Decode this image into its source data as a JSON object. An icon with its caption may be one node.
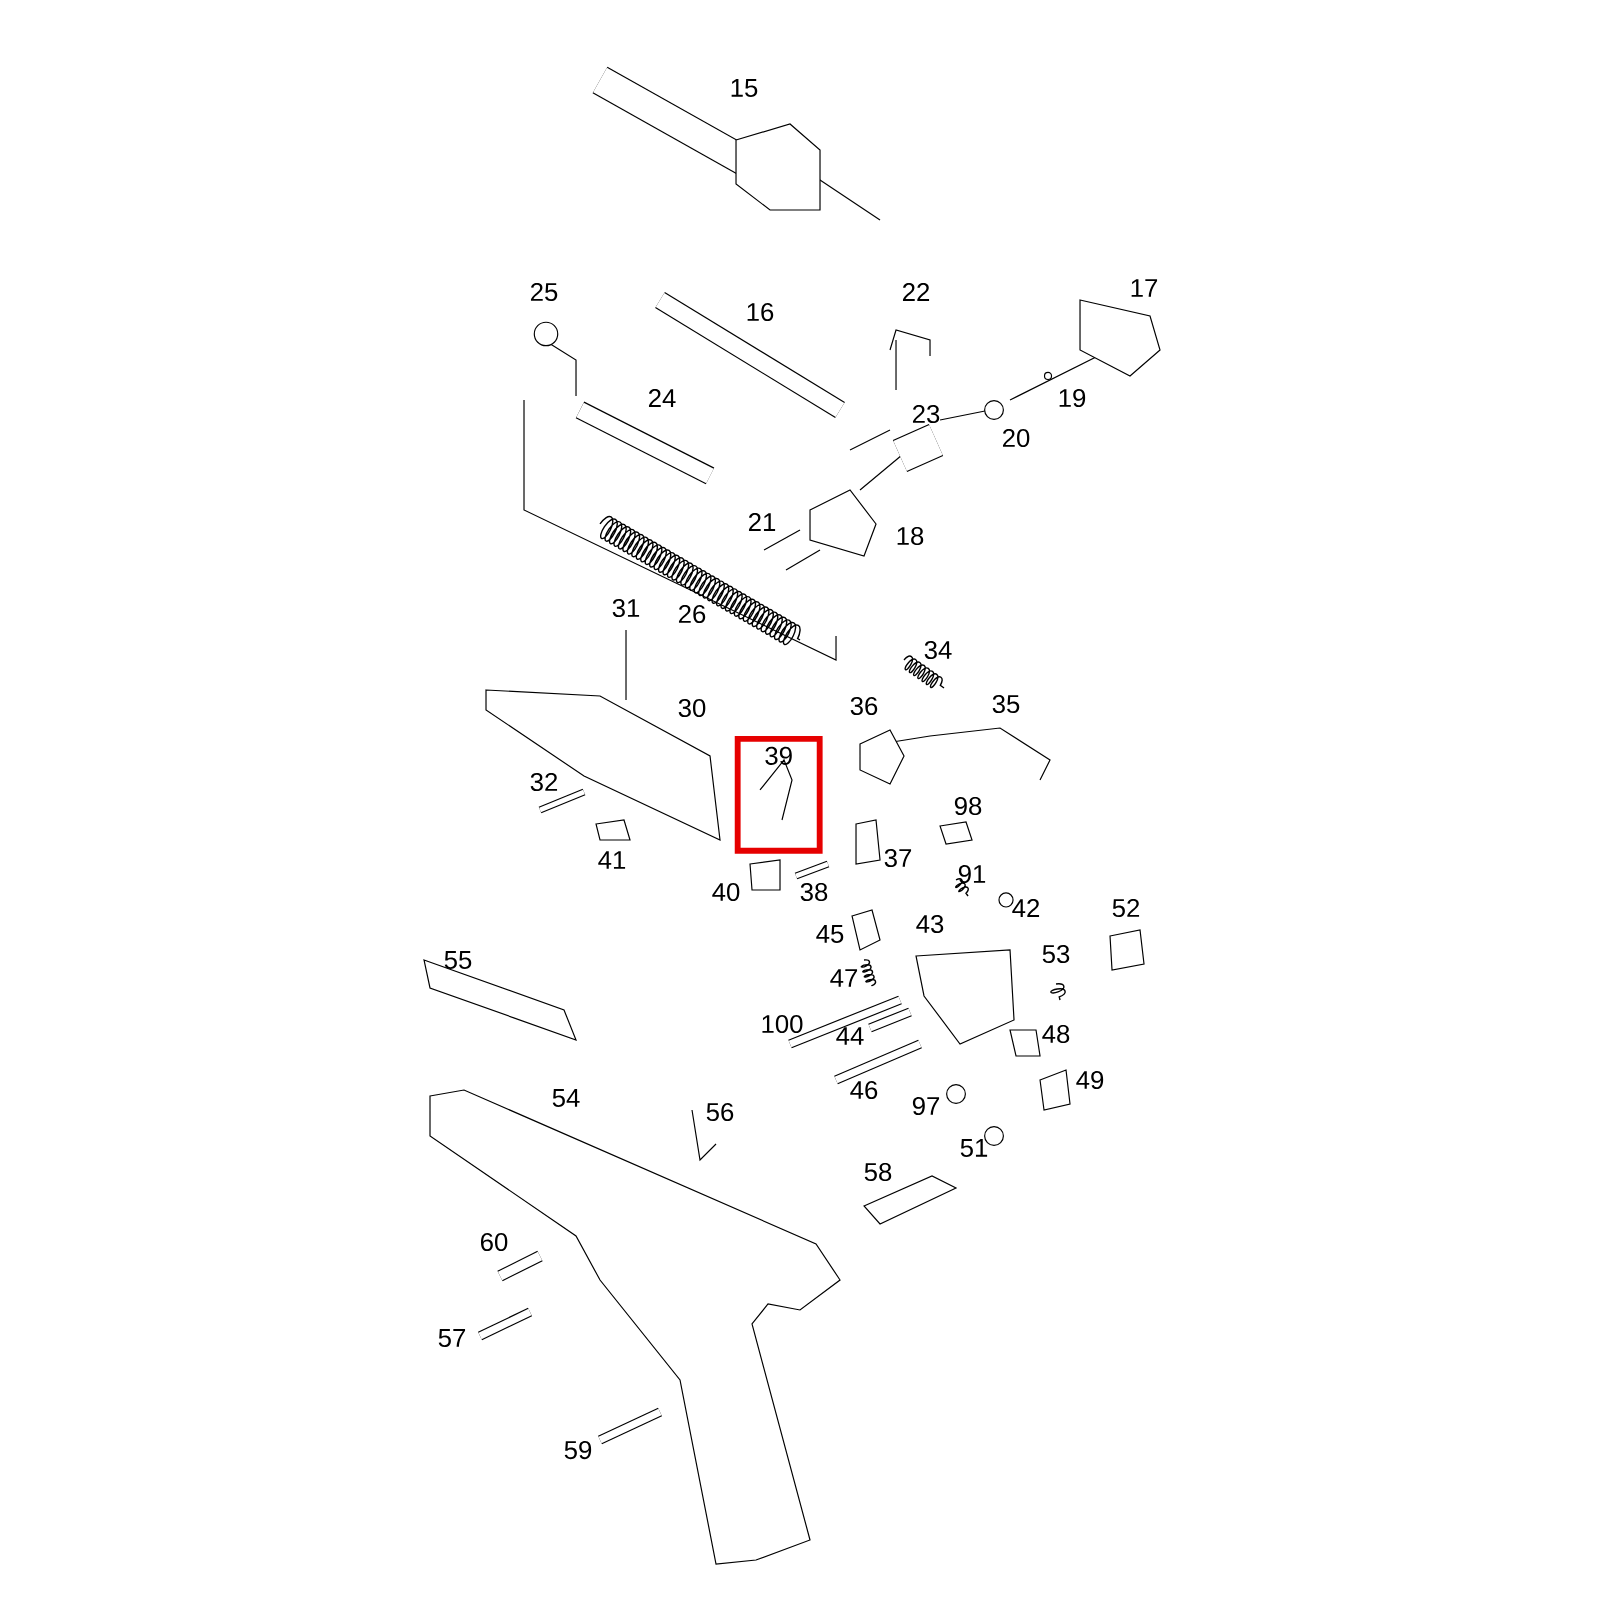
{
  "diagram": {
    "nodes": [
      {
        "text": [
          "39"
        ]
      }
    ],
    "labels": [
      "15",
      "25",
      "16",
      "22",
      "17",
      "24",
      "23",
      "20",
      "19",
      "21",
      "18",
      "31",
      "26",
      "34",
      "30",
      "36",
      "35",
      "32",
      "98",
      "41",
      "40",
      "38",
      "37",
      "91",
      "42",
      "52",
      "45",
      "43",
      "53",
      "47",
      "100",
      "44",
      "48",
      "55",
      "46",
      "97",
      "49",
      "54",
      "56",
      "51",
      "58",
      "60",
      "57",
      "59"
    ]
  }
}
